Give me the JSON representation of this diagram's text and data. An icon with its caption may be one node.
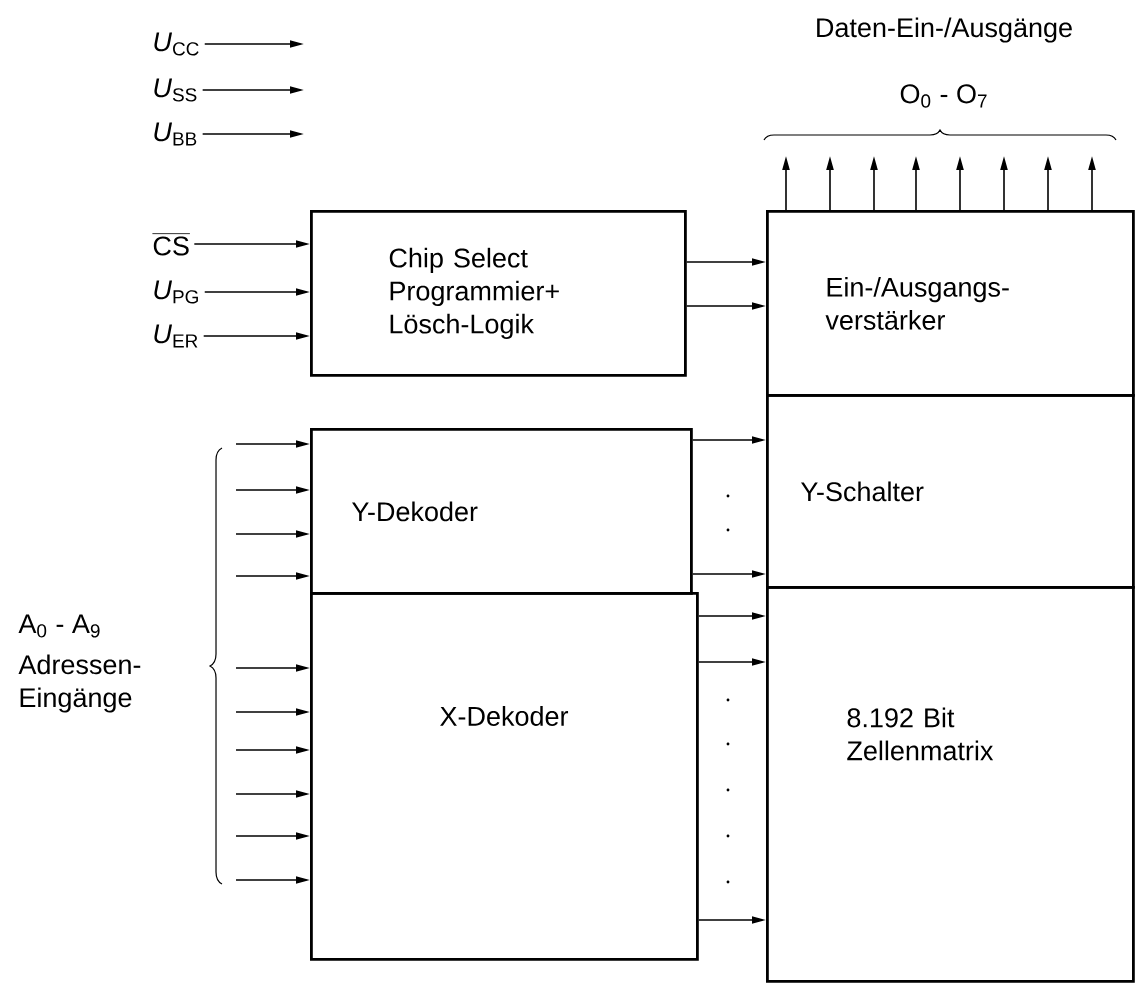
{
  "diagram": {
    "nodes": [
      {
        "text": [
          "Chip Select Programmier+ Lösch-Logik"
        ]
      },
      {
        "text": [
          "Ein-/Ausgangs-verstärker"
        ]
      },
      {
        "text": [
          "Y-Dekoder"
        ]
      },
      {
        "text": [
          "X-Dekoder"
        ]
      },
      {
        "text": [
          "Y-Schalter"
        ]
      },
      {
        "text": [
          "8.192 Bit Zellenmatrix"
        ]
      },
      {
        "text": [
          "*U*$_{CC}$"
        ]
      },
      {
        "text": [
          "*U*$_{SS}$"
        ]
      },
      {
        "text": [
          "*U*$_{BB}$"
        ]
      },
      {
        "text": [
          "CS"
        ]
      },
      {
        "text": [
          "*U*$_{PG}$"
        ]
      },
      {
        "text": [
          "*U*$_{ER}$"
        ]
      }
    ],
    "edges": [
      {
        "from": 6,
        "to": null,
        "arrow": "to"
      },
      {
        "from": 7,
        "to": null,
        "arrow": "to"
      },
      {
        "from": 8,
        "to": null,
        "arrow": "to"
      },
      {
        "from": 9,
        "to": 0,
        "arrow": "to"
      },
      {
        "from": 10,
        "to": 0,
        "arrow": "to"
      },
      {
        "from": 11,
        "to": 0,
        "arrow": "to"
      },
      {
        "from": 0,
        "to": 1,
        "arrow": "to"
      },
      {
        "from": 0,
        "to": 1,
        "arrow": "to"
      },
      {
        "from": null,
        "to": 2,
        "arrow": "to"
      },
      {
        "from": null,
        "to": 2,
        "arrow": "to"
      },
      {
        "from": null,
        "to": 2,
        "arrow": "to"
      },
      {
        "from": null,
        "to": 2,
        "arrow": "to"
      },
      {
        "from": null,
        "to": 3,
        "arrow": "to"
      },
      {
        "from": null,
        "to": 3,
        "arrow": "to"
      },
      {
        "from": null,
        "to": 3,
        "arrow": "to"
      },
      {
        "from": null,
        "to": 3,
        "arrow": "to"
      },
      {
        "from": null,
        "to": 3,
        "arrow": "to"
      },
      {
        "from": null,
        "to": 3,
        "arrow": "to"
      },
      {
        "from": 2,
        "to": 4,
        "arrow": "to"
      },
      {
        "from": 2,
        "to": 4,
        "arrow": "to"
      },
      {
        "from": 3,
        "to": 5,
        "arrow": "to"
      },
      {
        "from": 3,
        "to": 5,
        "arrow": "to"
      },
      {
        "from": 3,
        "to": 5,
        "arrow": "to"
      },
      {
        "from": 1,
        "to": null,
        "arrow": "to"
      },
      {
        "from": 1,
        "to": null,
        "arrow": "to"
      },
      {
        "from": 1,
        "to": null,
        "arrow": "to"
      },
      {
        "from": 1,
        "to": null,
        "arrow": "to"
      },
      {
        "from": 1,
        "to": null,
        "arrow": "to"
      },
      {
        "from": 1,
        "to": null,
        "arrow": "to"
      },
      {
        "from": 1,
        "to": null,
        "arrow": "to"
      },
      {
        "from": 1,
        "to": null,
        "arrow": "to"
      }
    ],
    "labels": [
      "Daten-Ein-/Ausgänge",
      "O$_{0}$ - O$_{7}$",
      "A$_{0}$ - A$_{9}$",
      "Adressen-Eingänge"
    ]
  }
}
